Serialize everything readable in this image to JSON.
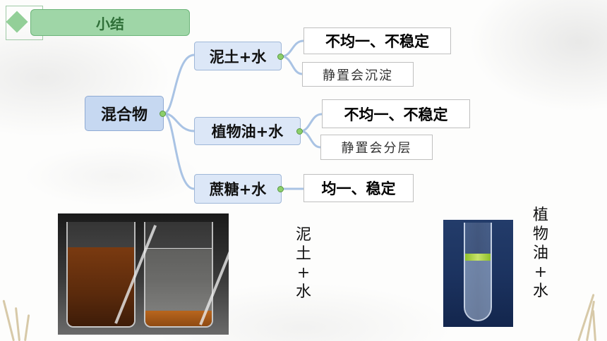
{
  "header": {
    "title": "小结"
  },
  "mindmap": {
    "root": "混合物",
    "branches": [
      {
        "topic": "泥土+水",
        "property": "不均一、不稳定",
        "note": "静置会沉淀"
      },
      {
        "topic": "植物油+水",
        "property": "不均一、不稳定",
        "note": "静置会分层"
      },
      {
        "topic": "蔗糖+水",
        "property": "均一、稳定"
      }
    ]
  },
  "captions": {
    "mud_water": [
      "泥",
      "土",
      "+",
      "水"
    ],
    "oil_water": [
      "植",
      "物",
      "油",
      "+",
      "水"
    ]
  },
  "colors": {
    "title_fill": "#9fd6a7",
    "title_text": "#2f6f38",
    "root_fill": "#c6d8f1",
    "topic_fill": "#dce7f7",
    "connector": "#a9c3e4",
    "collapse_dot": "#8ccf6a"
  },
  "icons": [
    "diamond-icon",
    "collapse-toggle-icon"
  ]
}
